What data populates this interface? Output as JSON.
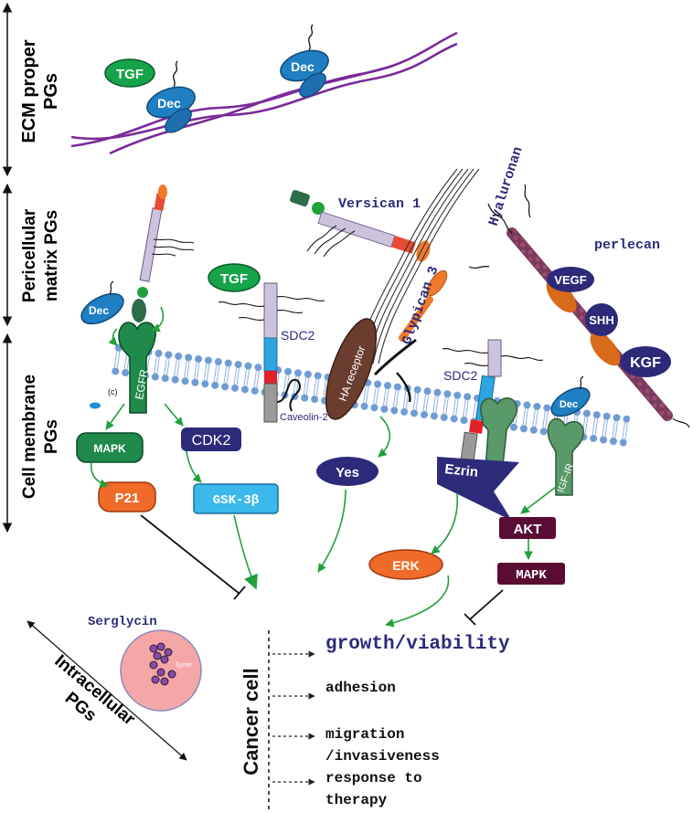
{
  "sections": {
    "ecm": {
      "line1": "ECM proper",
      "line2": "PGs"
    },
    "pericellular": {
      "line1": "Pericellular",
      "line2": "matrix PGs"
    },
    "membrane": {
      "line1": "Cell membrane",
      "line2": "PGs"
    },
    "intracellular": {
      "line1": "Intracellular",
      "line2": "PGs"
    }
  },
  "labels": {
    "tgf": "TGF",
    "dec": "Dec",
    "versican": "Versican 1",
    "hyaluronan": "Hyaluronan",
    "glypican": "Glypican 3",
    "perlecan": "perlecan",
    "vegf": "VEGF",
    "shh": "SHH",
    "kgf": "KGF",
    "sdc2": "SDC2",
    "caveolin": "Caveolin-2",
    "ha_receptor": "HA receptor",
    "egfr": "EGFR",
    "c": "(c)",
    "igf_ir": "IGF-IR",
    "mapk": "MAPK",
    "cdk2": "CDK2",
    "p21": "P21",
    "gsk": "GSK-3β",
    "yes": "Yes",
    "ezrin": "Ezrin",
    "akt": "AKT",
    "erk": "ERK",
    "serglycin": "Serglycin",
    "synt": "Synte",
    "cancer_cell": "Cancer cell"
  },
  "outcomes": {
    "growth": "growth/viability",
    "adhesion": "adhesion",
    "migration_1": "migration",
    "migration_2": "/invasiveness",
    "response_1": "response to",
    "response_2": "therapy"
  },
  "colors": {
    "collagen": "#7b2a9a",
    "tgf": "#16a34a",
    "dec": "#1f7fc2",
    "membrane_head": "#6f9bd6",
    "navy": "#2e2a7a",
    "green_arrow": "#22a03c",
    "maroon": "#5a0c32",
    "orange": "#f06a2a",
    "sky": "#3bb8ec",
    "dark_green": "#1f8a4a",
    "perlecan": "#7a3b5a",
    "igf": "#5a9a6a",
    "pink": "#f4a7a6"
  }
}
